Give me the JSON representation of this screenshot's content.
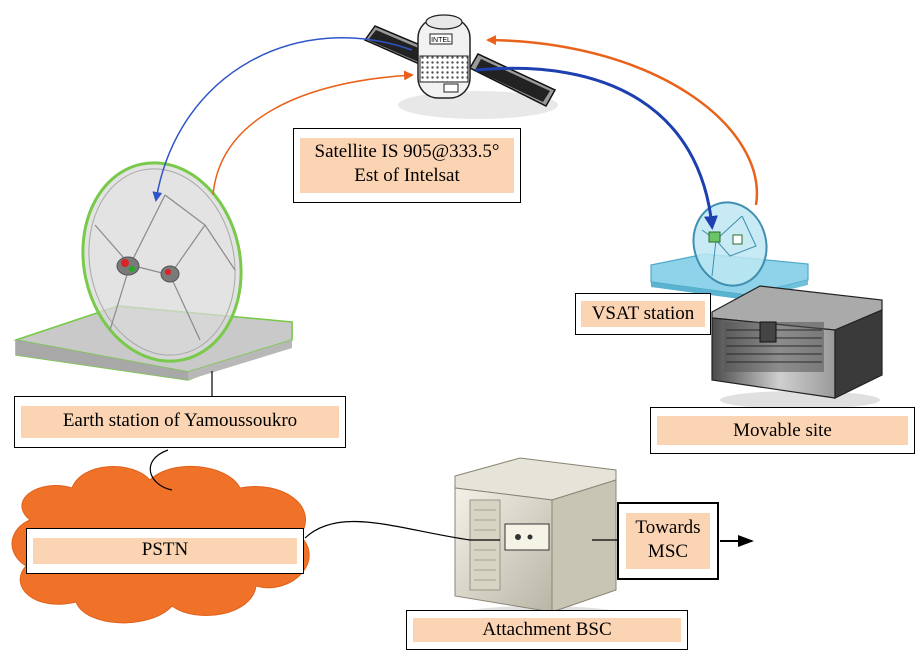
{
  "labels": {
    "satellite": "Satellite IS 905@333.5° Est of Intelsat",
    "earth_station": "Earth station of Yamoussoukro",
    "vsat": "VSAT station",
    "movable_site": "Movable site",
    "pstn": "PSTN",
    "bsc": "Attachment BSC",
    "msc": "Towards MSC"
  },
  "sat_panel_text": "INTEL",
  "colors": {
    "uplink_blue": "#2e55c9",
    "downlink_orange": "#e9621b",
    "dish_green": "#79c94a",
    "cloud_orange": "#f07228",
    "label_fill": "#fbd4b4",
    "vsat_blue": "#8fd3ea"
  }
}
